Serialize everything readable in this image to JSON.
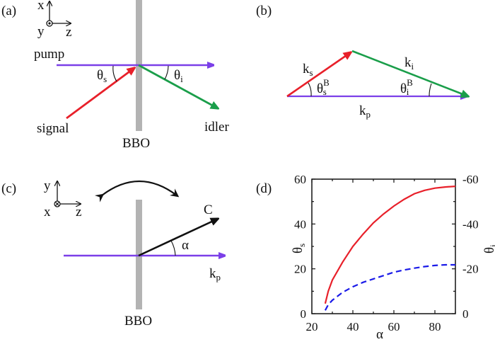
{
  "colors": {
    "pump": "#7b3fe8",
    "signal": "#e8202a",
    "idler": "#1a9e4a",
    "crystal": "#b3b3b3",
    "axis_c": "#111111",
    "theta_i_curve": "#1a1ae8"
  },
  "panel_a": {
    "label": "(a)",
    "axes": {
      "x": "x",
      "y": "y",
      "z": "z"
    },
    "pump": "pump",
    "signal": "signal",
    "idler": "idler",
    "crystal": "BBO",
    "theta_s": "θ",
    "theta_s_sub": "s",
    "theta_i": "θ",
    "theta_i_sub": "i"
  },
  "panel_b": {
    "label": "(b)",
    "ks": "k",
    "ks_sub": "s",
    "ki": "k",
    "ki_sub": "i",
    "kp": "k",
    "kp_sub": "p",
    "theta_s": "θ",
    "theta_s_sub": "s",
    "theta_s_sup": "B",
    "theta_i": "θ",
    "theta_i_sub": "i",
    "theta_i_sup": "B"
  },
  "panel_c": {
    "label": "(c)",
    "axes": {
      "x": "x",
      "y": "y",
      "z": "z"
    },
    "optic_axis": "C",
    "alpha": "α",
    "kp": "k",
    "kp_sub": "p",
    "crystal": "BBO"
  },
  "panel_d": {
    "label": "(d)",
    "xlabel": "α",
    "ylabel_left": "θ",
    "ylabel_left_sub": "s",
    "ylabel_right": "θ",
    "ylabel_right_sub": "i",
    "xticks": [
      "20",
      "40",
      "60",
      "80"
    ],
    "yticks_left": [
      "0",
      "20",
      "40",
      "60"
    ],
    "yticks_right": [
      "0",
      "-20",
      "-40",
      "-60"
    ]
  },
  "chart_data": {
    "type": "line",
    "title": "",
    "xlabel": "α",
    "ylabel": "θs",
    "ylabel_right": "θi",
    "xlim": [
      20,
      90
    ],
    "ylim": [
      0,
      60
    ],
    "ylim_right": [
      0,
      -60
    ],
    "grid": false,
    "series": [
      {
        "name": "θs",
        "axis": "left",
        "style": "solid",
        "color": "#e8202a",
        "x": [
          26.5,
          28,
          30,
          35,
          40,
          45,
          50,
          55,
          60,
          65,
          70,
          75,
          80,
          85,
          90
        ],
        "y": [
          4.5,
          10,
          15,
          23,
          30,
          35.5,
          40.5,
          44.5,
          48,
          51,
          53.5,
          55,
          56,
          56.5,
          56.8
        ]
      },
      {
        "name": "θi",
        "axis": "right",
        "style": "dashed",
        "color": "#1a1ae8",
        "x": [
          26.5,
          28,
          30,
          35,
          40,
          45,
          50,
          55,
          60,
          65,
          70,
          75,
          80,
          85,
          90
        ],
        "y": [
          -1.5,
          -4,
          -6,
          -9.5,
          -12,
          -14,
          -15.5,
          -17,
          -18.5,
          -19.5,
          -20.3,
          -21,
          -21.5,
          -21.8,
          -21.8
        ]
      }
    ]
  }
}
